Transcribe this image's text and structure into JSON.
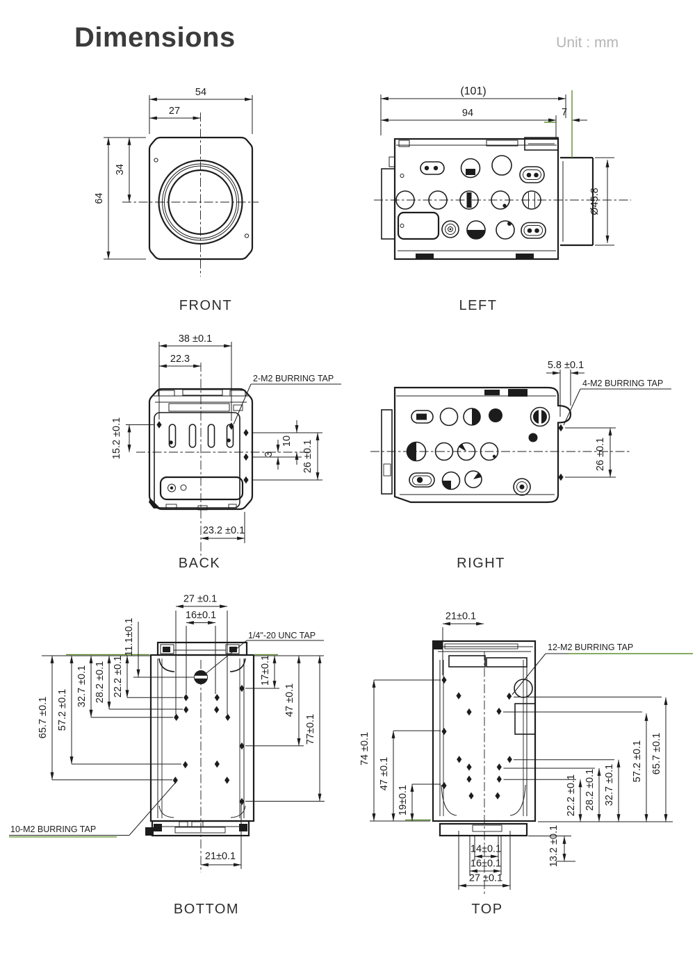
{
  "page": {
    "title": "Dimensions",
    "unit": "Unit : mm"
  },
  "colors": {
    "line": "#1c1c1c",
    "title": "#3b3b3b",
    "unit_gray": "#b5b5b5",
    "accent_green": "#5d8f2b"
  },
  "views": {
    "front": {
      "label": "FRONT",
      "dim_width": "54",
      "dim_width_center": "27",
      "dim_height": "64",
      "dim_height_center": "34"
    },
    "left": {
      "label": "LEFT",
      "dim_overall": "(101)",
      "dim_body": "94",
      "dim_rear": "7",
      "dim_lens_dia": "Ø45.8"
    },
    "back": {
      "label": "BACK",
      "dim_tap_span": "38 ±0.1",
      "dim_center": "22.3",
      "note_tap": "2-M2 BURRING TAP",
      "dim_side": "15.2 ±0.1",
      "dim_p10": "10",
      "dim_p3": "3",
      "dim_tap_height": "26 ±0.1",
      "dim_bottom": "23.2 ±0.1"
    },
    "right": {
      "label": "RIGHT",
      "dim_top": "5.8 ±0.1",
      "note_tap": "4-M2 BURRING TAP",
      "dim_tap_height": "26 ±0.1"
    },
    "bottom": {
      "label": "BOTTOM",
      "dim_w27": "27 ±0.1",
      "dim_w16": "16±0.1",
      "note_unc": "1/4\"-20 UNC TAP",
      "dim_l11": "11.1±0.1",
      "dim_l22": "22.2 ±0.1",
      "dim_l28": "28.2 ±0.1",
      "dim_l32": "32.7 ±0.1",
      "dim_l57": "57.2 ±0.1",
      "dim_l65": "65.7 ±0.1",
      "dim_r17": "17±0.1",
      "dim_r47": "47 ±0.1",
      "dim_r77": "77±0.1",
      "note_tap": "10-M2 BURRING TAP",
      "dim_b21": "21±0.1"
    },
    "top": {
      "label": "TOP",
      "dim_t21": "21±0.1",
      "note_tap": "12-M2 BURRING TAP",
      "dim_l74": "74 ±0.1",
      "dim_l47": "47 ±0.1",
      "dim_l19": "19±0.1",
      "dim_r22": "22.2 ±0.1",
      "dim_r28": "28.2 ±0.1",
      "dim_r32": "32.7 ±0.1",
      "dim_r57": "57.2 ±0.1",
      "dim_r65": "65.7 ±0.1",
      "dim_r13": "13.2 ±0.1",
      "dim_b14": "14±0.1",
      "dim_b16": "16±0.1",
      "dim_b27": "27 ±0.1"
    }
  }
}
